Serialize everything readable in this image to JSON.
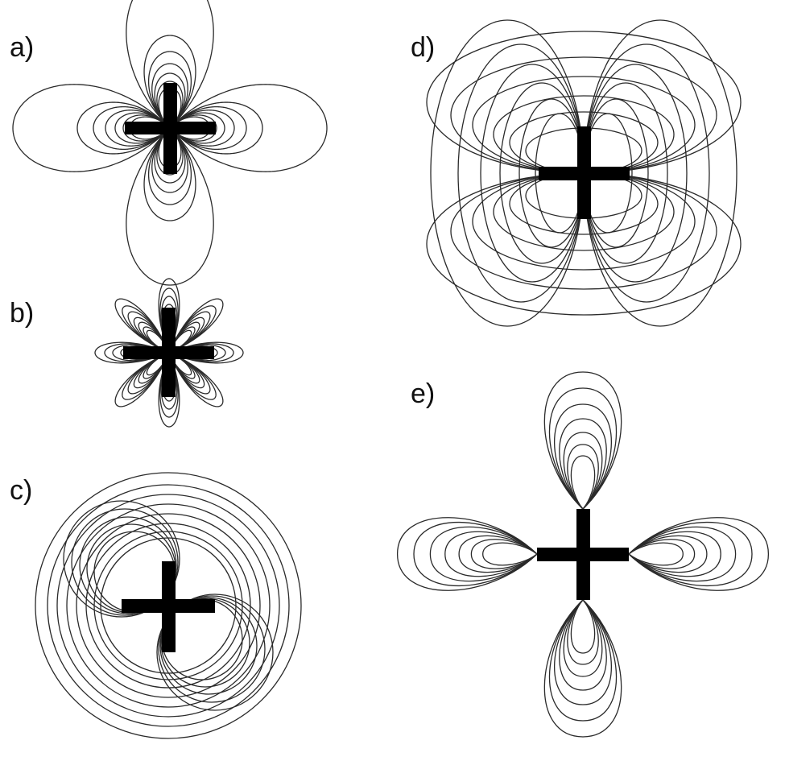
{
  "panels": [
    {
      "label": "a)",
      "pattern": "four-lobe"
    },
    {
      "label": "b)",
      "pattern": "eight-lobe"
    },
    {
      "label": "c)",
      "pattern": "diagonal-rings"
    },
    {
      "label": "d)",
      "pattern": "overlapping-ellipses"
    },
    {
      "label": "e)",
      "pattern": "four-teardrops"
    }
  ],
  "colors": {
    "line": "#2a2a2a",
    "cross": "#000000",
    "background": "#ffffff"
  }
}
